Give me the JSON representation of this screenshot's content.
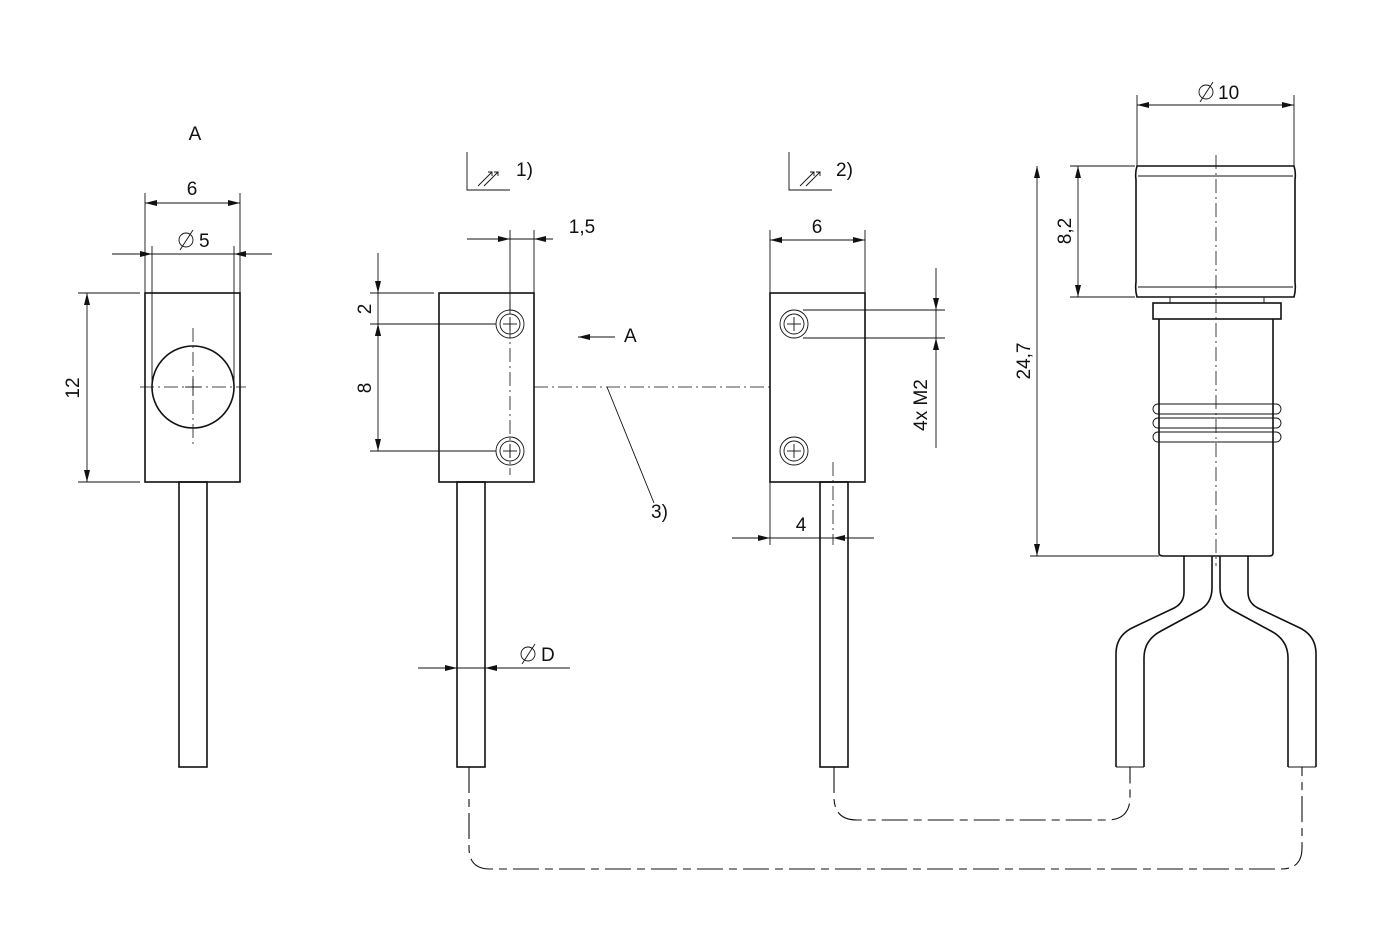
{
  "view_label": "A",
  "view_arrow_label": "A",
  "dimensions": {
    "width_6_left": "6",
    "dia_5": "5",
    "height_12": "12",
    "pitch_1_5": "1,5",
    "top_2": "2",
    "spacing_8": "8",
    "dia_d": "D",
    "width_6_right": "6",
    "thread": "4x M2",
    "offset_4": "4",
    "dia_10": "10",
    "height_8_2": "8,2",
    "height_24_7": "24,7"
  },
  "notes": {
    "ref_1": "1)",
    "ref_2": "2)",
    "ref_3": "3)"
  },
  "icons": [
    "diameter-symbol",
    "beam-symbol",
    "dimension-arrow"
  ]
}
